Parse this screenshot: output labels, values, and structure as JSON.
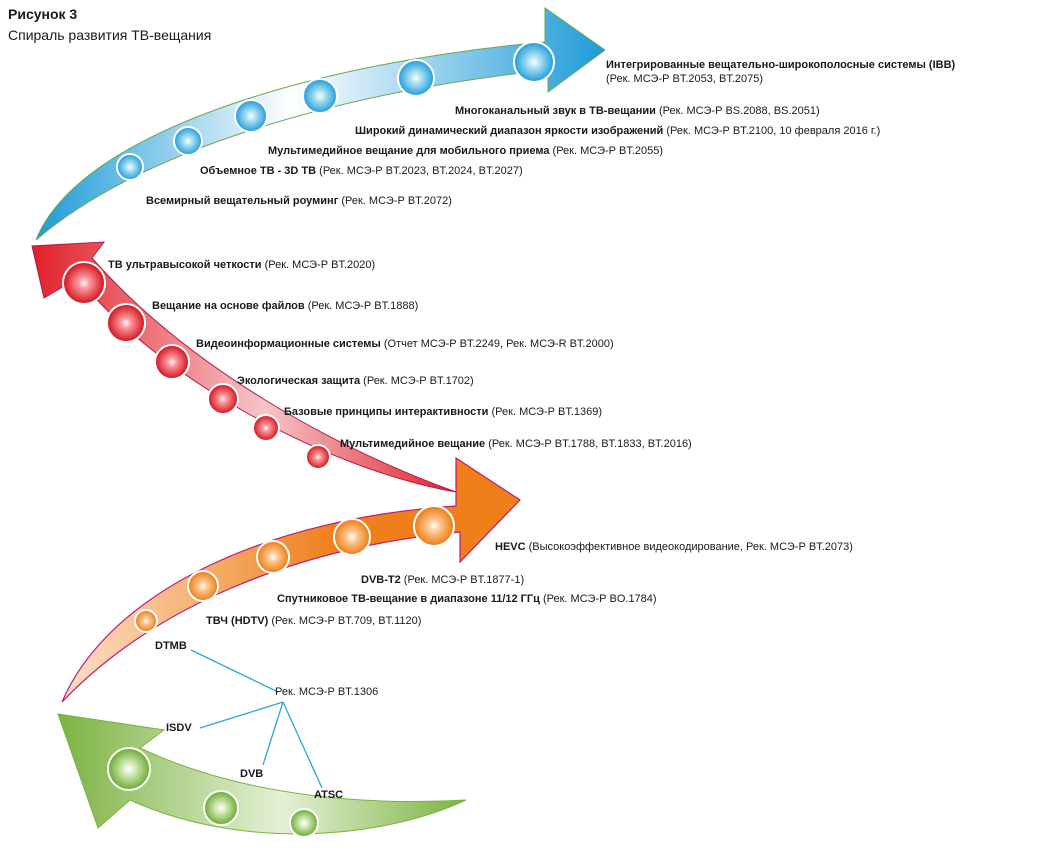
{
  "figure": {
    "number": "Рисунок 3",
    "caption": "Спираль развития ТВ-вещания"
  },
  "colors": {
    "blue": "#1e9bd7",
    "red": "#e0202a",
    "orange": "#ef7f1a",
    "green": "#7cb342",
    "magenta": "#c2187a",
    "connector": "#2aa7d8"
  },
  "blue_arrow": {
    "labels": [
      {
        "bold": "Интегрированные вещательно-широкополосные системы (IBB)",
        "detail": "(Рек. МСЭ-Р BT.2053, BT.2075)"
      },
      {
        "bold": "Многоканальный звук в ТВ-вещании",
        "detail": "(Рек. МСЭ-Р BS.2088, BS.2051)"
      },
      {
        "bold": "Широкий динамический диапазон яркости изображений",
        "detail": "(Рек. МСЭ-Р BT.2100, 10 февраля 2016 г.)"
      },
      {
        "bold": "Мультимедийное вещание для мобильного приема",
        "detail": "(Рек. МСЭ-Р BT.2055)"
      },
      {
        "bold": "Объемное ТВ - 3D ТВ",
        "detail": "(Рек. МСЭ-Р BT.2023, BT.2024, BT.2027)"
      },
      {
        "bold": "Всемирный вещательный роуминг",
        "detail": "(Рек. МСЭ-Р BT.2072)"
      }
    ]
  },
  "red_arrow": {
    "labels": [
      {
        "bold": "ТВ ультравысокой четкости",
        "detail": "(Рек. МСЭ-Р BT.2020)"
      },
      {
        "bold": "Вещание на основе файлов",
        "detail": "(Рек. МСЭ-Р BT.1888)"
      },
      {
        "bold": "Видеоинформационные системы",
        "detail": "(Отчет МСЭ-Р BT.2249, Рек. МСЭ-R BT.2000)"
      },
      {
        "bold": "Экологическая защита",
        "detail": "(Рек. МСЭ-Р BT.1702)"
      },
      {
        "bold": "Базовые принципы интерактивности",
        "detail": "(Рек. МСЭ-Р BT.1369)"
      },
      {
        "bold": "Мультимедийное вещание",
        "detail": "(Рек. МСЭ-Р BT.1788,  BT.1833, BT.2016)"
      }
    ]
  },
  "orange_arrow": {
    "labels": [
      {
        "bold": "HEVC",
        "detail": "(Высокоэффективное видеокодирование, Рек. МСЭ-Р BT.2073)"
      },
      {
        "bold": "DVB-T2",
        "detail": "(Рек. МСЭ-Р BT.1877-1)"
      },
      {
        "bold": "Спутниковое ТВ-вещание в диапазоне 11/12 ГГц",
        "detail": "(Рек. МСЭ-Р BO.1784)"
      },
      {
        "bold": "ТВЧ (HDTV)",
        "detail": "(Рек. МСЭ-Р BT.709, BT.1120)"
      }
    ]
  },
  "green_arrow": {
    "recommendation": "Рек. МСЭ-Р BT.1306",
    "standards": [
      "DTMB",
      "ISDV",
      "DVB",
      "ATSC"
    ]
  }
}
